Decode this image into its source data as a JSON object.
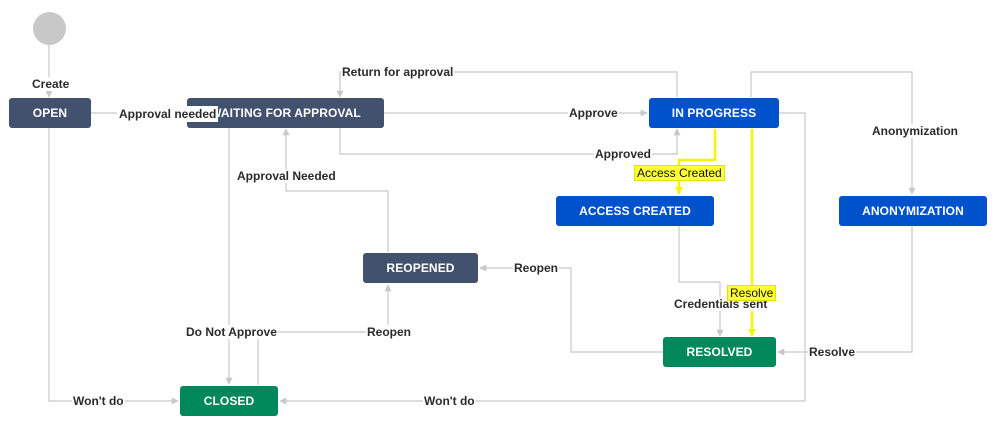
{
  "colors": {
    "status_todo": "#42526e",
    "status_in_progress": "#0052cc",
    "status_done": "#00875a",
    "connector": "#c8c8c8",
    "highlight_line": "#f5f500",
    "highlight_label": "#ffff3a",
    "start_node": "#c8c8c8"
  },
  "statuses": {
    "open": "OPEN",
    "waiting_for_approval": "WAITING FOR APPROVAL",
    "in_progress": "IN PROGRESS",
    "access_created": "ACCESS CREATED",
    "anonymization": "ANONYMIZATION",
    "reopened": "REOPENED",
    "resolved": "RESOLVED",
    "closed": "CLOSED"
  },
  "transitions": {
    "create": "Create",
    "approval_needed_1": "Approval needed",
    "return_for_approval": "Return for approval",
    "approve": "Approve",
    "approved": "Approved",
    "access_created": "Access Created",
    "anonymization": "Anonymization",
    "approval_needed_2": "Approval Needed",
    "reopen_from_resolved": "Reopen",
    "resolve_from_in_progress": "Resolve",
    "credentials_sent": "Credentials sent",
    "resolve_from_anonymization": "Resolve",
    "do_not_approve": "Do Not Approve",
    "reopen_from_closed": "Reopen",
    "wont_do_from_open": "Won't do",
    "wont_do_from_in_progress": "Won't do"
  }
}
